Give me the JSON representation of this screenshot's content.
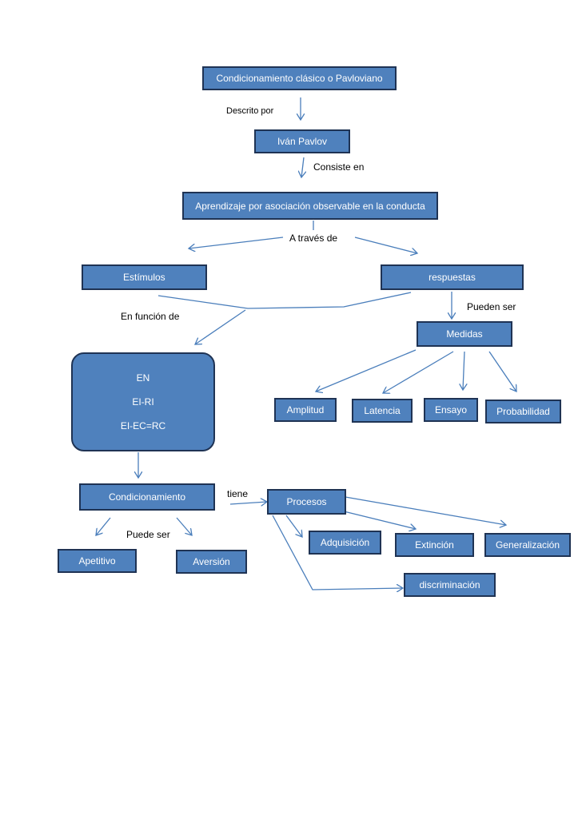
{
  "nodes": {
    "root": "Condicionamiento clásico o Pavloviano",
    "pavlov": "Iván Pavlov",
    "aprendizaje": "Aprendizaje por asociación observable en la conducta",
    "estimulos": "Estímulos",
    "respuestas": "respuestas",
    "medidas": "Medidas",
    "amplitud": "Amplitud",
    "latencia": "Latencia",
    "ensayo": "Ensayo",
    "probabilidad": "Probabilidad",
    "en": "EN",
    "eiri": "EI-RI",
    "eiecrc": "EI-EC=RC",
    "condicionamiento": "Condicionamiento",
    "apetitivo": "Apetitivo",
    "aversion": "Aversión",
    "procesos": "Procesos",
    "adquisicion": "Adquisición",
    "extincion": "Extinción",
    "generalizacion": "Generalización",
    "discriminacion": "discriminación"
  },
  "connectors": {
    "descrito_por": "Descrito por",
    "consiste_en": "Consiste en",
    "a_traves_de": "A través de",
    "en_funcion_de": "En función de",
    "pueden_ser": "Pueden ser",
    "tiene": "tiene",
    "puede_ser": "Puede ser"
  },
  "colors": {
    "box_fill": "#4f81bd",
    "box_border": "#1f3354",
    "arrow": "#4a7ebb"
  }
}
